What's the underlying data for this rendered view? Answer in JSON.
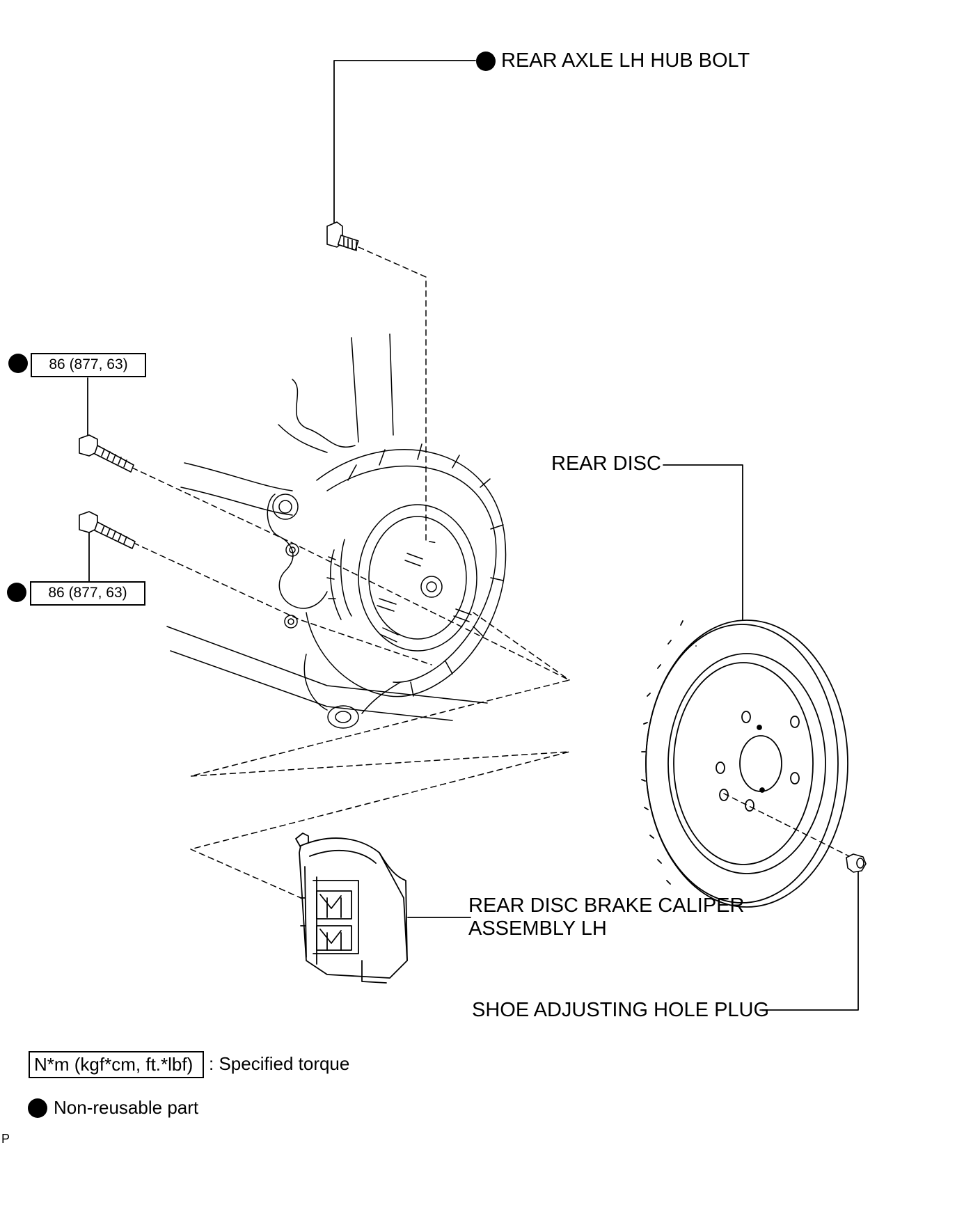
{
  "labels": {
    "hub_bolt": "REAR AXLE LH HUB BOLT",
    "rear_disc": "REAR DISC",
    "caliper_line1": "REAR DISC BRAKE CALIPER",
    "caliper_line2": "ASSEMBLY LH",
    "hole_plug": "SHOE ADJUSTING HOLE PLUG"
  },
  "torque": {
    "upper_bolt": "86 (877, 63)",
    "lower_bolt": "86 (877, 63)"
  },
  "legend": {
    "torque_units": "N*m (kgf*cm, ft.*lbf)",
    "torque_desc": ": Specified torque",
    "nonreusable_desc": "Non-reusable part"
  },
  "corner_mark": "P",
  "colors": {
    "ink": "#000000",
    "paper": "#ffffff"
  },
  "icons": {
    "non_reusable_marker": "filled-circle"
  }
}
